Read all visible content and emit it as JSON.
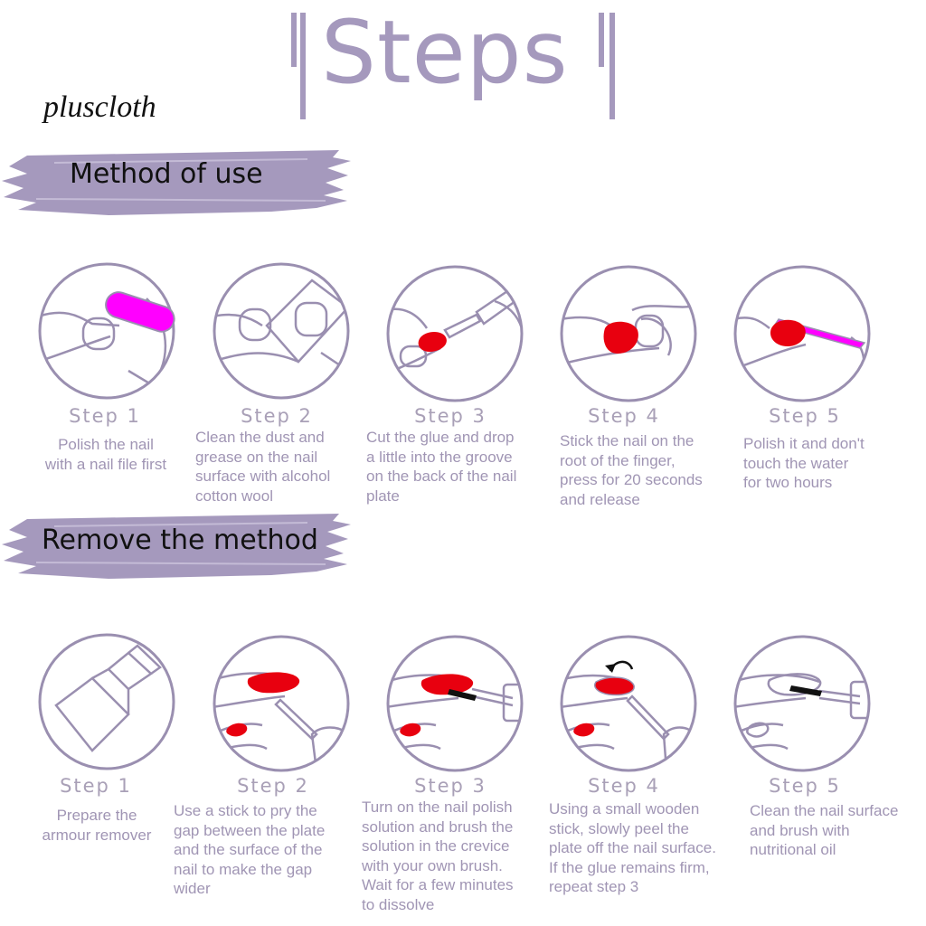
{
  "brand": "pluscloth",
  "title": "Steps",
  "sections": {
    "use": {
      "title": "Method of use",
      "steps": [
        {
          "label": "Step 1",
          "lines": [
            "Polish the nail",
            "with a nail file first"
          ]
        },
        {
          "label": "Step 2",
          "lines": [
            "Clean the dust and",
            "grease on the nail",
            "surface with alcohol",
            "cotton wool"
          ]
        },
        {
          "label": "Step 3",
          "lines": [
            "Cut the glue and drop",
            "a little into the groove",
            "on the back of the nail",
            "plate"
          ]
        },
        {
          "label": "Step 4",
          "lines": [
            "Stick the nail on the",
            "root of the finger,",
            "press for 20 seconds",
            "and release"
          ]
        },
        {
          "label": "Step 5",
          "lines": [
            "Polish it and don't",
            "touch the water",
            "for two hours"
          ]
        }
      ]
    },
    "remove": {
      "title": "Remove the method",
      "steps": [
        {
          "label": "Step 1",
          "lines": [
            "Prepare the",
            "armour remover"
          ]
        },
        {
          "label": "Step 2",
          "lines": [
            "Use a stick to pry the",
            "gap between the plate",
            "and the surface of the",
            "nail to make the gap",
            "wider"
          ]
        },
        {
          "label": "Step 3",
          "lines": [
            "Turn on the nail polish",
            "solution and brush the",
            "solution in the crevice",
            "with your own brush.",
            "Wait for a few minutes",
            "to dissolve"
          ]
        },
        {
          "label": "Step 4",
          "lines": [
            "Using a small wooden",
            "stick, slowly peel the",
            "plate off the nail surface.",
            "If the glue remains firm,",
            "repeat step 3"
          ]
        },
        {
          "label": "Step 5",
          "lines": [
            "Clean the nail surface",
            "and brush with",
            "nutritional oil"
          ]
        }
      ]
    }
  },
  "colors": {
    "accent": "#a599bd",
    "outline": "#9a8fb0",
    "step_text": "#a095b4",
    "nail_red": "#e8000f",
    "nail_magenta": "#ff00ff"
  }
}
